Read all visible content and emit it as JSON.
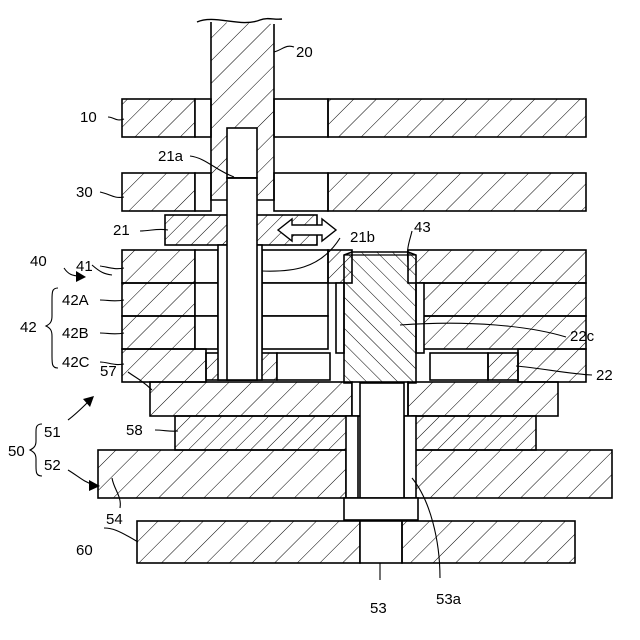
{
  "labels": {
    "l20": "20",
    "l10": "10",
    "l21a": "21a",
    "l30": "30",
    "l21": "21",
    "l21b": "21b",
    "l43": "43",
    "l40": "40",
    "l41": "41",
    "l42": "42",
    "l42A": "42A",
    "l42B": "42B",
    "l42C": "42C",
    "l22c": "22c",
    "l22": "22",
    "l57": "57",
    "l50": "50",
    "l51": "51",
    "l52": "52",
    "l58": "58",
    "l54": "54",
    "l60": "60",
    "l53": "53",
    "l53a": "53a"
  },
  "colors": {
    "line": "#000000",
    "background": "#ffffff"
  },
  "icons": {
    "movement_arrow": "double-headed-arrow"
  }
}
